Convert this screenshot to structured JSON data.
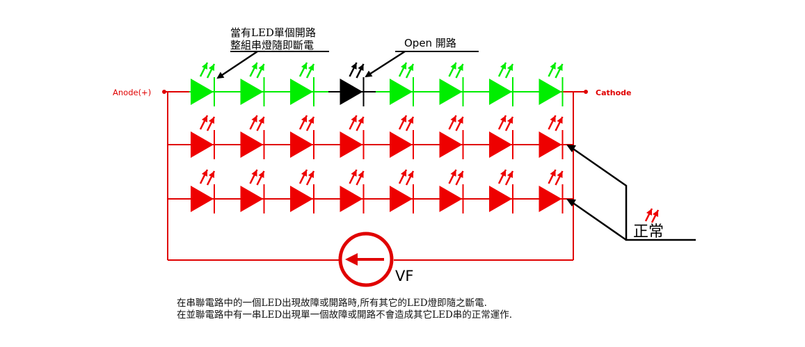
{
  "diagram": {
    "anode_label": "Anode(+)",
    "cathode_label": "Cathode",
    "annotation_series_line1": "當有LED單個開路",
    "annotation_series_line2": "整組串燈隨即斷電",
    "annotation_open": "Open 開路",
    "annotation_normal": "正常",
    "meter_label": "VF",
    "colors": {
      "series_row": "#00ee00",
      "failed_led": "#000000",
      "parallel_rows": "#ee0000",
      "wire": "#e00000",
      "annotation": "#000000"
    },
    "rows": [
      {
        "name": "series-row",
        "led_count": 8,
        "open_index": 3
      },
      {
        "name": "parallel-row-1",
        "led_count": 8
      },
      {
        "name": "parallel-row-2",
        "led_count": 8
      }
    ]
  },
  "caption": {
    "line1": "在串聯電路中的一個LED出現故障或開路時,所有其它的LED燈即隨之斷電.",
    "line2": "在並聯電路中有一串LED出現單一個故障或開路不會造成其它LED串的正常運作."
  }
}
